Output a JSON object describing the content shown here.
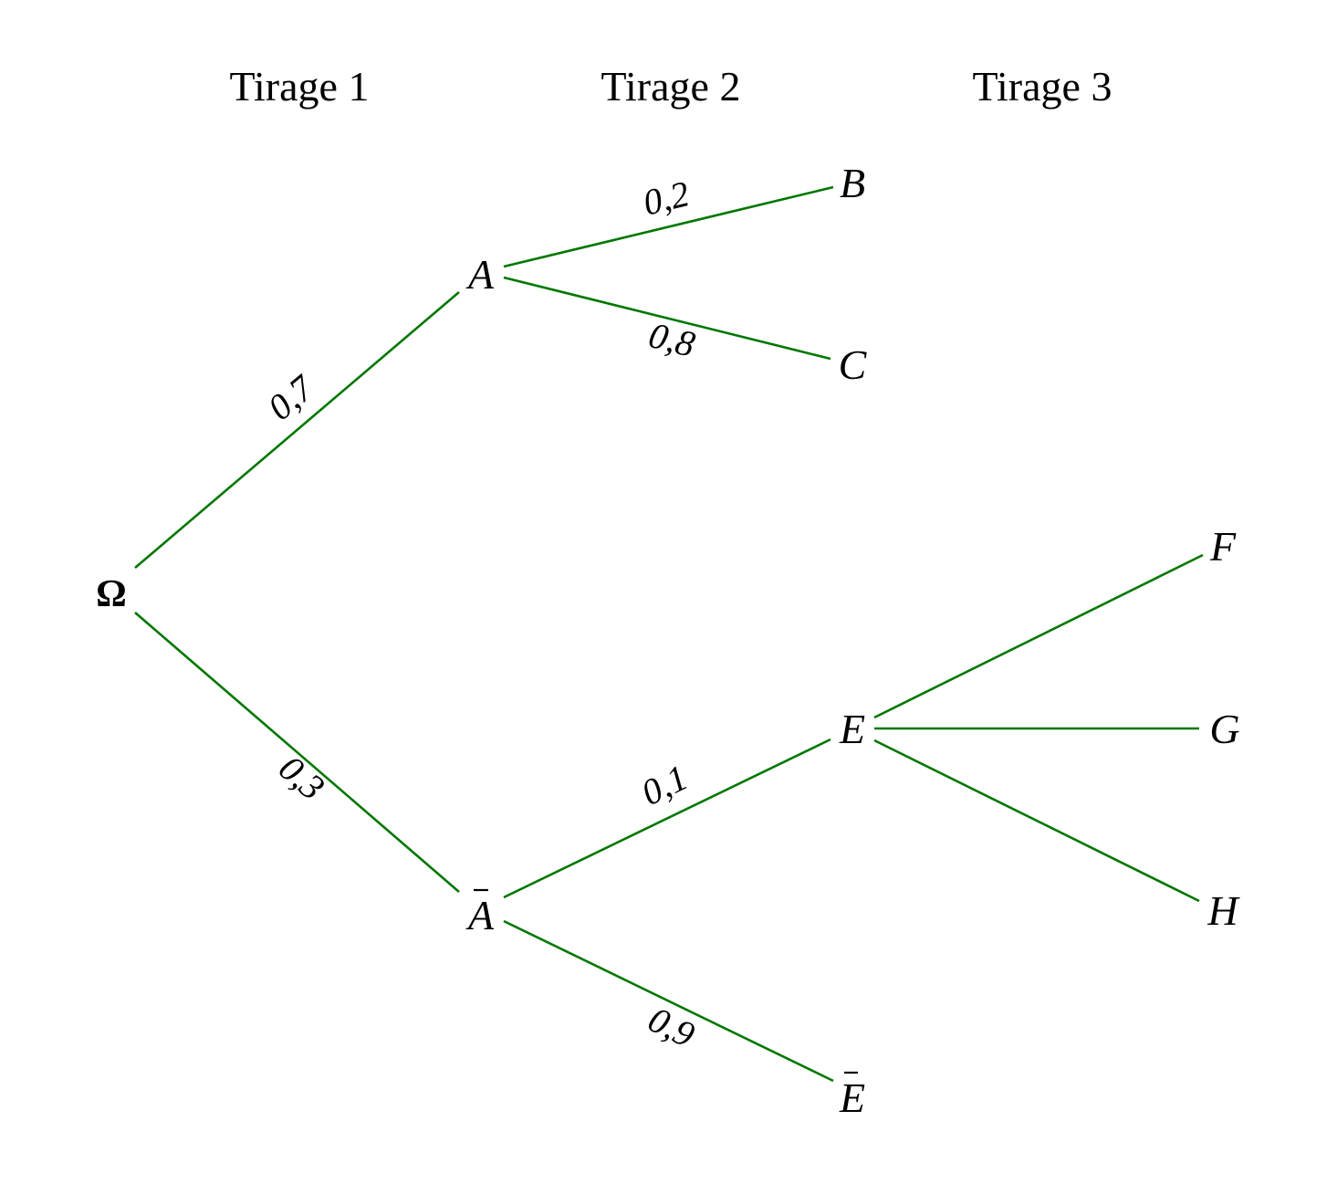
{
  "headers": {
    "tirage1": "Tirage 1",
    "tirage2": "Tirage 2",
    "tirage3": "Tirage 3"
  },
  "nodes": {
    "omega": "Ω",
    "a": "A",
    "a_bar": "A",
    "b": "B",
    "c": "C",
    "e": "E",
    "e_bar": "E",
    "f": "F",
    "g": "G",
    "h": "H"
  },
  "probabilities": {
    "omega_a": "0,7",
    "omega_a_bar": "0,3",
    "a_b": "0,2",
    "a_c": "0,8",
    "a_bar_e": "0,1",
    "a_bar_e_bar": "0,9"
  },
  "colors": {
    "edge": "#007700",
    "text": "#000000",
    "background": "#ffffff"
  }
}
